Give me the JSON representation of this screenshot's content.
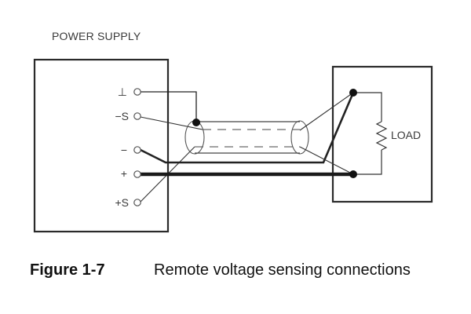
{
  "diagram": {
    "power_supply_title": "POWER SUPPLY",
    "terminals": [
      {
        "id": "ground",
        "label": "⊥"
      },
      {
        "id": "minus-sense",
        "label": "−S"
      },
      {
        "id": "minus",
        "label": "−"
      },
      {
        "id": "plus",
        "label": "+"
      },
      {
        "id": "plus-sense",
        "label": "+S"
      }
    ],
    "load_label": "LOAD"
  },
  "caption": {
    "figure_number": "Figure 1-7",
    "title": "Remote voltage sensing connections"
  }
}
